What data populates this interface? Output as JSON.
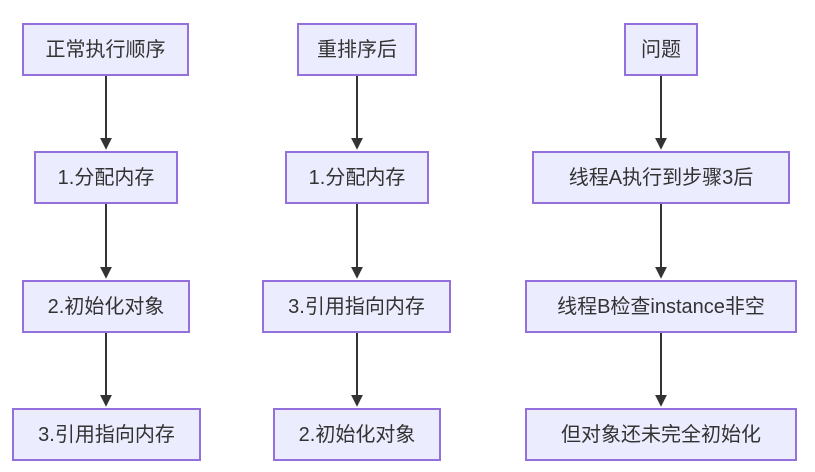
{
  "diagram": {
    "type": "flowchart",
    "direction": "top-down",
    "columns": [
      {
        "name": "normal-execution-order",
        "nodes": [
          "正常执行顺序",
          "1.分配内存",
          "2.初始化对象",
          "3.引用指向内存"
        ],
        "edges": [
          [
            0,
            1
          ],
          [
            1,
            2
          ],
          [
            2,
            3
          ]
        ]
      },
      {
        "name": "after-reordering",
        "nodes": [
          "重排序后",
          "1.分配内存",
          "3.引用指向内存",
          "2.初始化对象"
        ],
        "edges": [
          [
            0,
            1
          ],
          [
            1,
            2
          ],
          [
            2,
            3
          ]
        ]
      },
      {
        "name": "problem",
        "nodes": [
          "问题",
          "线程A执行到步骤3后",
          "线程B检查instance非空",
          "但对象还未完全初始化"
        ],
        "edges": [
          [
            0,
            1
          ],
          [
            1,
            2
          ],
          [
            2,
            3
          ]
        ]
      }
    ],
    "colors": {
      "node_fill": "#ECECFF",
      "node_border": "#9370DB",
      "text": "#333333",
      "arrow": "#333333",
      "background": "#FFFFFF"
    }
  }
}
